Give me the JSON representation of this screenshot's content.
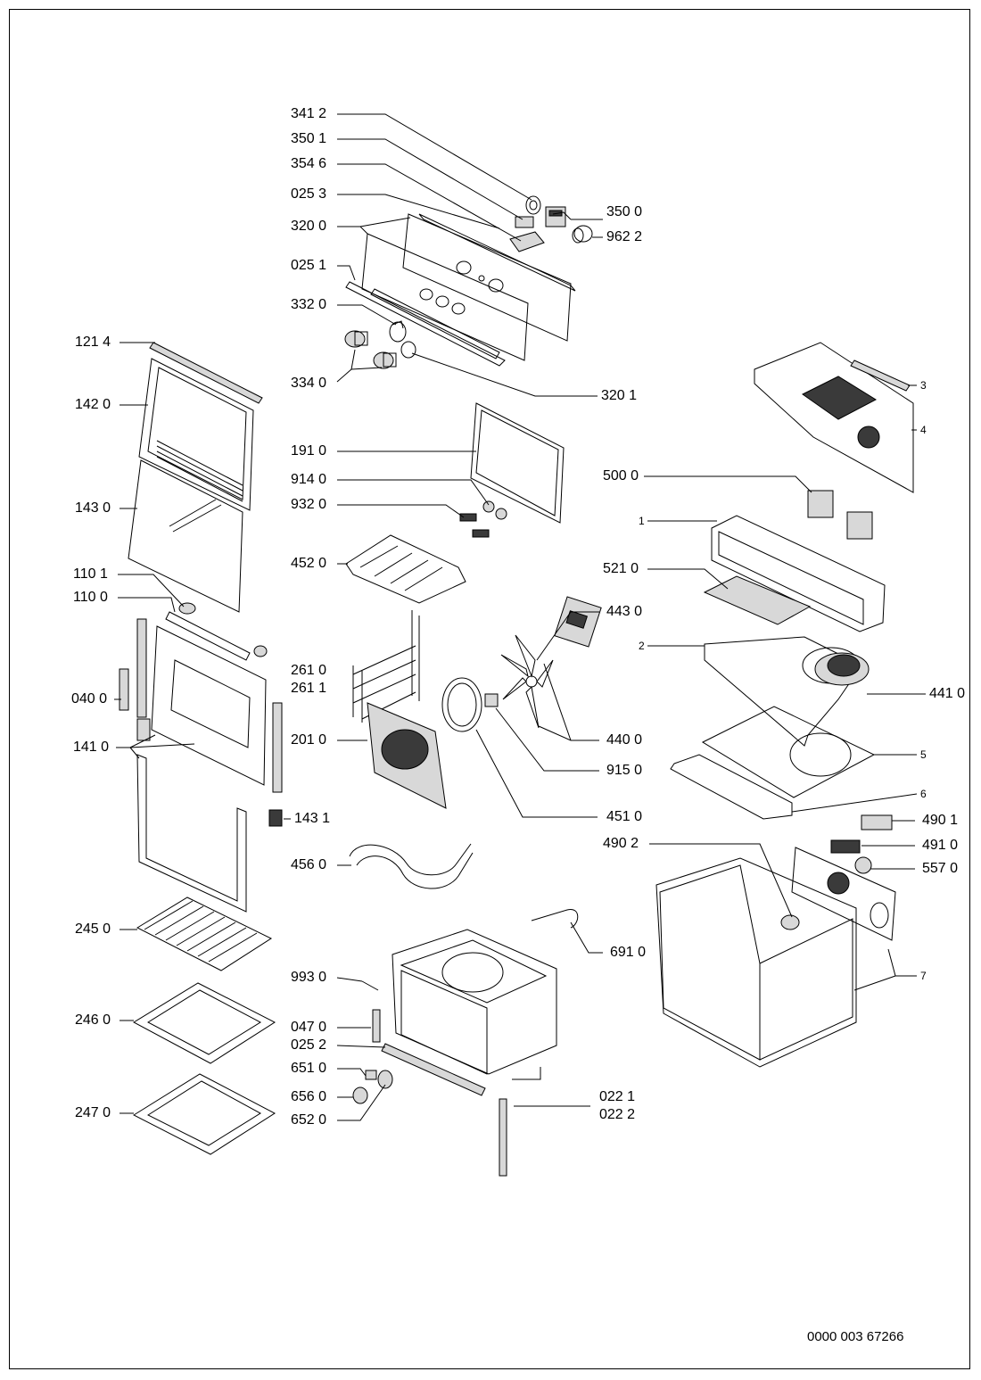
{
  "document_id": "0000 003 67266",
  "callouts": [
    {
      "id": "c3412",
      "text": "341 2"
    },
    {
      "id": "c3501",
      "text": "350 1"
    },
    {
      "id": "c3546",
      "text": "354 6"
    },
    {
      "id": "c0253",
      "text": "025 3"
    },
    {
      "id": "c3200",
      "text": "320 0"
    },
    {
      "id": "c0251",
      "text": "025 1"
    },
    {
      "id": "c3320",
      "text": "332 0"
    },
    {
      "id": "c3340",
      "text": "334 0"
    },
    {
      "id": "c3500",
      "text": "350 0"
    },
    {
      "id": "c9622",
      "text": "962 2"
    },
    {
      "id": "c3201",
      "text": "320 1"
    },
    {
      "id": "c1214",
      "text": "121 4"
    },
    {
      "id": "c1420",
      "text": "142 0"
    },
    {
      "id": "c1430",
      "text": "143 0"
    },
    {
      "id": "c1101",
      "text": "110 1"
    },
    {
      "id": "c1100",
      "text": "110 0"
    },
    {
      "id": "c0400",
      "text": "040 0"
    },
    {
      "id": "c1410",
      "text": "141 0"
    },
    {
      "id": "c1431",
      "text": "143 1"
    },
    {
      "id": "c2450",
      "text": "245 0"
    },
    {
      "id": "c2460",
      "text": "246 0"
    },
    {
      "id": "c2470",
      "text": "247 0"
    },
    {
      "id": "c1910",
      "text": "191 0"
    },
    {
      "id": "c9140",
      "text": "914 0"
    },
    {
      "id": "c9320",
      "text": "932 0"
    },
    {
      "id": "c4520",
      "text": "452 0"
    },
    {
      "id": "c2610",
      "text": "261 0"
    },
    {
      "id": "c2611",
      "text": "261 1"
    },
    {
      "id": "c2010",
      "text": "201 0"
    },
    {
      "id": "c4560",
      "text": "456 0"
    },
    {
      "id": "c9930",
      "text": "993 0"
    },
    {
      "id": "c0470",
      "text": "047 0"
    },
    {
      "id": "c0252",
      "text": "025 2"
    },
    {
      "id": "c6510",
      "text": "651 0"
    },
    {
      "id": "c6560",
      "text": "656 0"
    },
    {
      "id": "c6520",
      "text": "652 0"
    },
    {
      "id": "c5000",
      "text": "500 0"
    },
    {
      "id": "c5210",
      "text": "521 0"
    },
    {
      "id": "c4430",
      "text": "443 0"
    },
    {
      "id": "c4410",
      "text": "441 0"
    },
    {
      "id": "c4400",
      "text": "440 0"
    },
    {
      "id": "c9150",
      "text": "915 0"
    },
    {
      "id": "c4510",
      "text": "451 0"
    },
    {
      "id": "c4902",
      "text": "490 2"
    },
    {
      "id": "c4901",
      "text": "490 1"
    },
    {
      "id": "c4910",
      "text": "491 0"
    },
    {
      "id": "c5570",
      "text": "557 0"
    },
    {
      "id": "c6910",
      "text": "691 0"
    },
    {
      "id": "c0221",
      "text": "022 1"
    },
    {
      "id": "c0222",
      "text": "022 2"
    },
    {
      "id": "c1",
      "text": "1"
    },
    {
      "id": "c2",
      "text": "2"
    },
    {
      "id": "c3",
      "text": "3"
    },
    {
      "id": "c4",
      "text": "4"
    },
    {
      "id": "c5",
      "text": "5"
    },
    {
      "id": "c6",
      "text": "6"
    },
    {
      "id": "c7",
      "text": "7"
    }
  ]
}
